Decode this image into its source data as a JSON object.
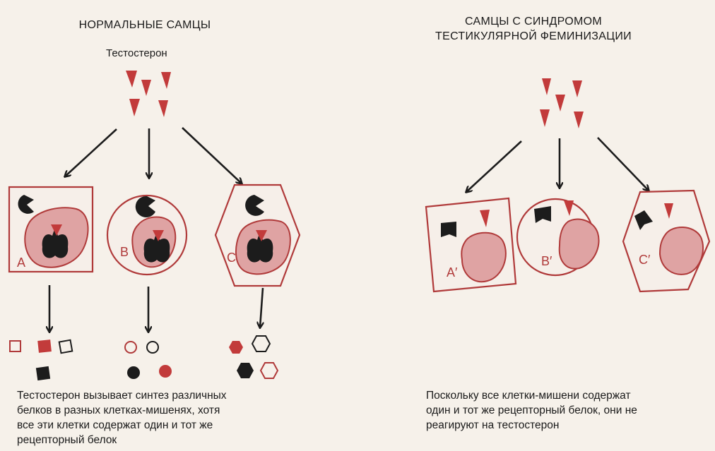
{
  "left": {
    "title": "НОРМАЛЬНЫЕ САМЦЫ",
    "hormone_label": "Тестостерон",
    "cells": [
      {
        "label": "A",
        "shape": "square"
      },
      {
        "label": "B",
        "shape": "circle"
      },
      {
        "label": "C",
        "shape": "hexagon"
      }
    ],
    "caption": [
      "Тестостерон вызывает синтез различных",
      "белков в разных клетках-мишенях, хотя",
      "все эти  клетки содержат один и тот же",
      "рецепторный  белок"
    ]
  },
  "right": {
    "title": [
      "САМЦЫ С СИНДРОМОМ",
      "ТЕСТИКУЛЯРНОЙ ФЕМИНИЗАЦИИ"
    ],
    "cells": [
      {
        "label": "A′",
        "shape": "square"
      },
      {
        "label": "B′",
        "shape": "circle"
      },
      {
        "label": "C′",
        "shape": "hexagon"
      }
    ],
    "caption": [
      "Поскольку все клетки-мишени содержат",
      "один и тот же рецепторный белок, они не",
      "реагируют на тестостерон"
    ]
  },
  "colors": {
    "hormone": "#c23b3b",
    "nucleus_fill": "#dfa3a3",
    "outline": "#b03a3a",
    "receptor": "#1c1c1c"
  },
  "icons": [
    "hormone-triangle-icon",
    "receptor-icon",
    "arrow-icon"
  ]
}
